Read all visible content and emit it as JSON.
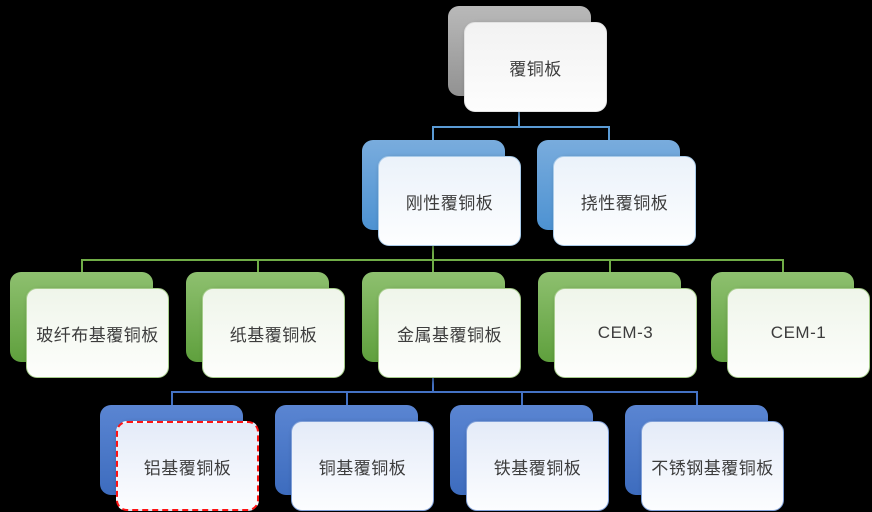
{
  "diagram": {
    "type": "hierarchy-org-chart",
    "background_color": "#000000",
    "text_color": "#3c3c3c",
    "selection_border_color": "#ff1414",
    "connector_colors": {
      "root_to_level2": "#5b9bd5",
      "level2_to_level3": "#70ad47",
      "level3_to_level4": "#4472c4"
    },
    "level_accent_colors": {
      "root": "#a6a6a6",
      "level2": "#5b9bd5",
      "level3": "#70ad47",
      "level4": "#4472c4"
    }
  },
  "nodes": {
    "root": {
      "label": "覆铜板",
      "level": 1,
      "parent": null,
      "selected": false
    },
    "rigid": {
      "label": "刚性覆铜板",
      "level": 2,
      "parent": "覆铜板",
      "selected": false
    },
    "flex": {
      "label": "挠性覆铜板",
      "level": 2,
      "parent": "覆铜板",
      "selected": false
    },
    "glass": {
      "label": "玻纤布基覆铜板",
      "level": 3,
      "parent": "刚性覆铜板",
      "selected": false
    },
    "paper": {
      "label": "纸基覆铜板",
      "level": 3,
      "parent": "刚性覆铜板",
      "selected": false
    },
    "metal": {
      "label": "金属基覆铜板",
      "level": 3,
      "parent": "刚性覆铜板",
      "selected": false
    },
    "cem3": {
      "label": "CEM-3",
      "level": 3,
      "parent": "刚性覆铜板",
      "selected": false
    },
    "cem1": {
      "label": "CEM-1",
      "level": 3,
      "parent": "刚性覆铜板",
      "selected": false
    },
    "aluminum": {
      "label": "铝基覆铜板",
      "level": 4,
      "parent": "金属基覆铜板",
      "selected": true
    },
    "copper": {
      "label": "铜基覆铜板",
      "level": 4,
      "parent": "金属基覆铜板",
      "selected": false
    },
    "iron": {
      "label": "铁基覆铜板",
      "level": 4,
      "parent": "金属基覆铜板",
      "selected": false
    },
    "stainless": {
      "label": "不锈钢基覆铜板",
      "level": 4,
      "parent": "金属基覆铜板",
      "selected": false
    }
  }
}
